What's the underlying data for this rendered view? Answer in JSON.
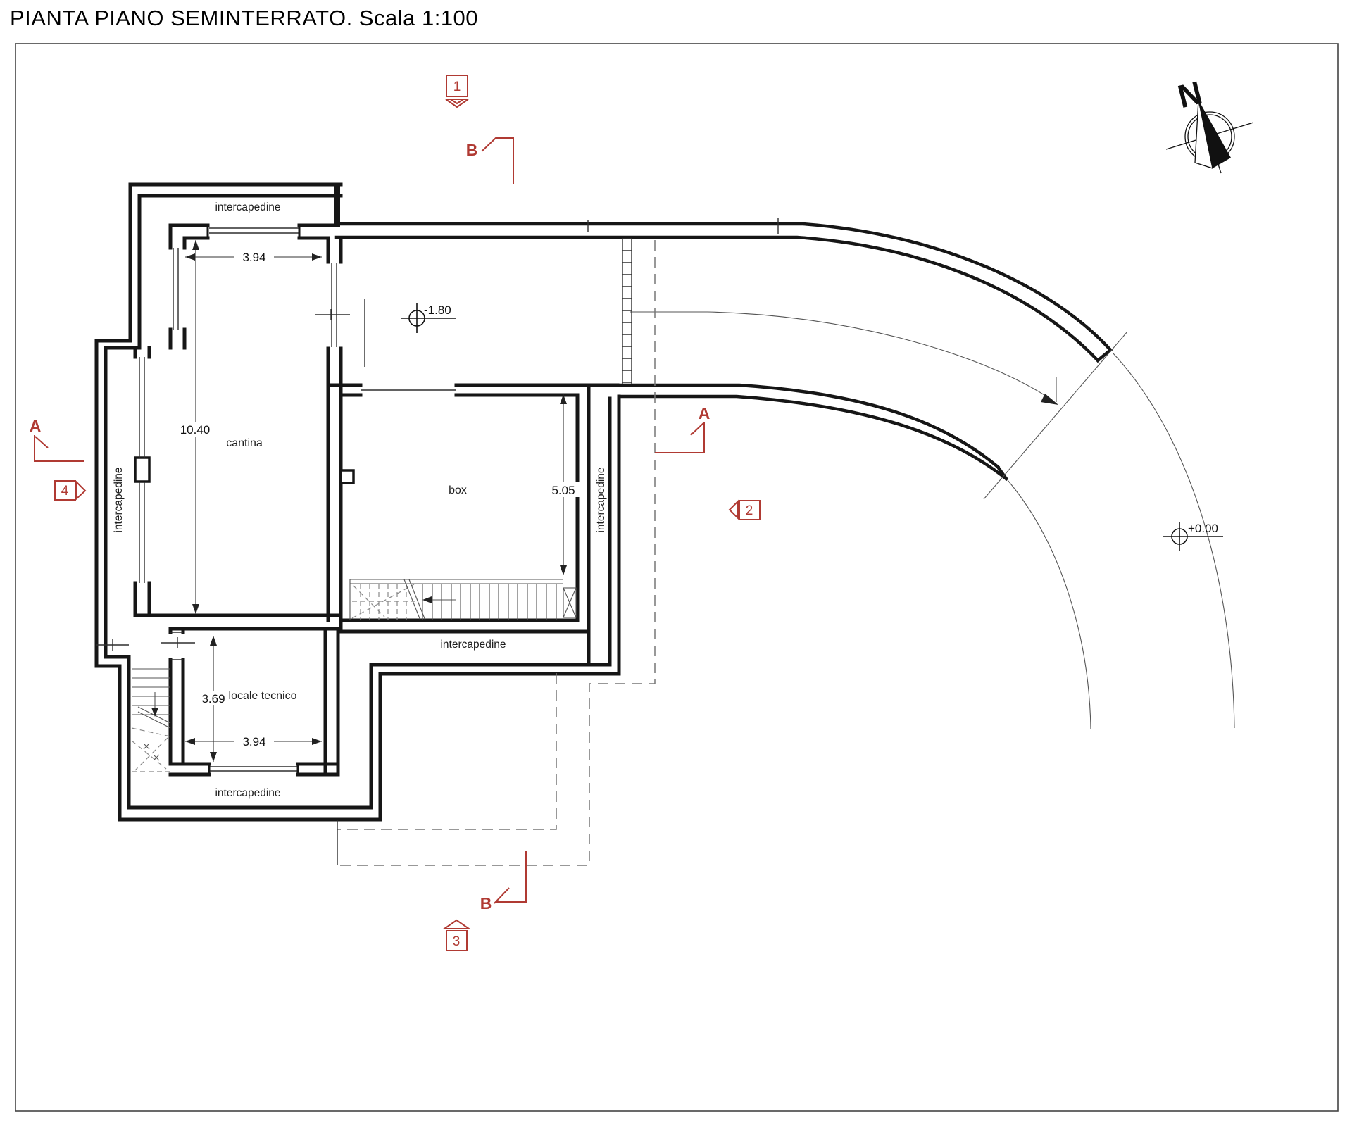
{
  "title": "PIANTA PIANO SEMINTERRATO. Scala 1:100",
  "labels": {
    "intercapedine_top": "intercapedine",
    "intercapedine_left": "intercapedine",
    "intercapedine_right": "intercapedine",
    "intercapedine_middle": "intercapedine",
    "intercapedine_bottom": "intercapedine",
    "cantina": "cantina",
    "box": "box",
    "locale_tecnico": "locale tecnico"
  },
  "dimensions": {
    "cantina_width": "3.94",
    "cantina_length": "10.40",
    "box_length": "5.05",
    "locale_length": "3.69",
    "locale_width": "3.94"
  },
  "levels": {
    "basement": "-1.80",
    "street": "+0.00"
  },
  "sections": {
    "b_top": "B",
    "b_bottom": "B",
    "a_left": "A",
    "a_right": "A"
  },
  "view_markers": {
    "m1": "1",
    "m2": "2",
    "m3": "3",
    "m4": "4"
  },
  "compass": {
    "north": "N"
  },
  "colors": {
    "marker_red": "#b03a33",
    "wall_black": "#161616"
  }
}
